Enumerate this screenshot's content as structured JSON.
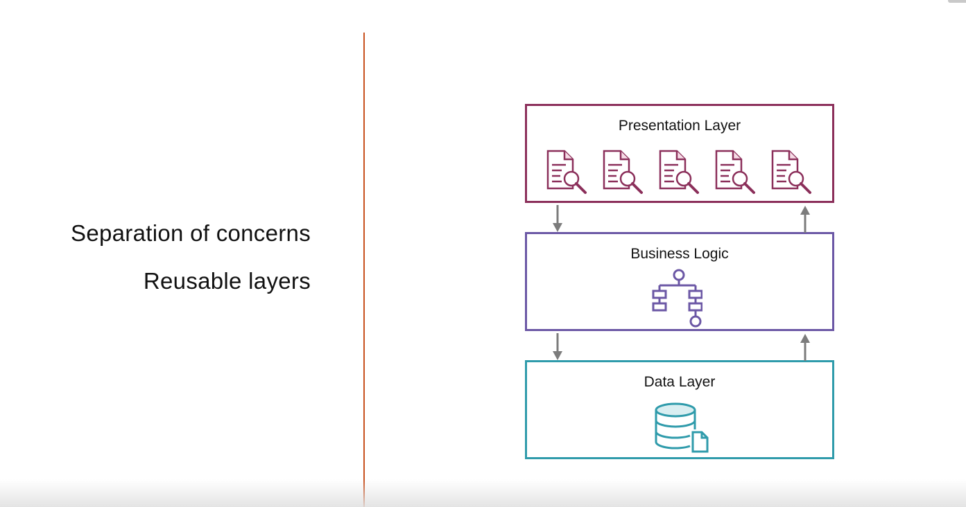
{
  "points": [
    "Separation of concerns",
    "Reusable layers"
  ],
  "layers": {
    "presentation": {
      "title": "Presentation Layer",
      "color": "#8b2f5a",
      "icon": "document-search-icon",
      "icon_count": 5
    },
    "business": {
      "title": "Business Logic",
      "color": "#6b57a5",
      "icon": "flowchart-icon"
    },
    "data": {
      "title": "Data Layer",
      "color": "#2f9bab",
      "icon": "database-icon"
    }
  },
  "colors": {
    "divider": "#c8501e",
    "arrow": "#7c7c7c"
  }
}
